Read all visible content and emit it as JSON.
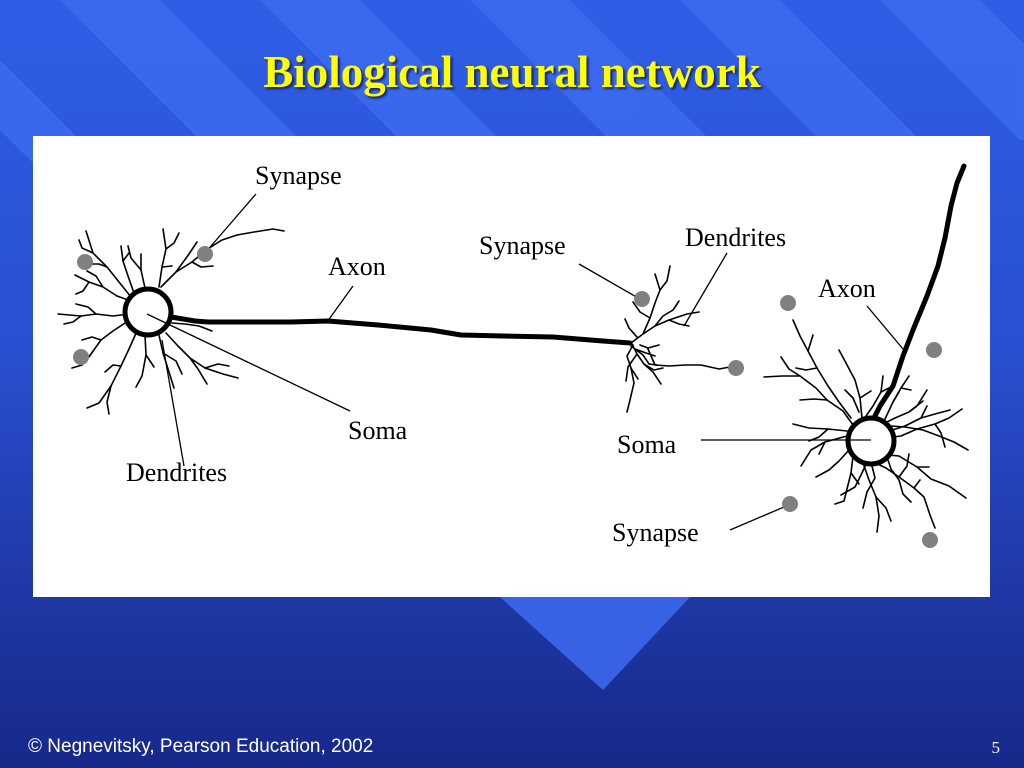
{
  "slide": {
    "title": "Biological neural network",
    "footer": "© Negnevitsky, Pearson Education, 2002",
    "page_number": "5"
  },
  "colors": {
    "title": "#ffff00",
    "background": "#2a4fd2",
    "stripe": "#3d6bf0",
    "panel": "#ffffff",
    "synapse_dot": "#808080"
  },
  "diagram": {
    "labels": {
      "synapse_top": "Synapse",
      "axon_left": "Axon",
      "soma_left": "Soma",
      "dendrites_left": "Dendrites",
      "synapse_mid": "Synapse",
      "dendrites_mid": "Dendrites",
      "axon_right": "Axon",
      "soma_right": "Soma",
      "synapse_bottom": "Synapse"
    }
  }
}
